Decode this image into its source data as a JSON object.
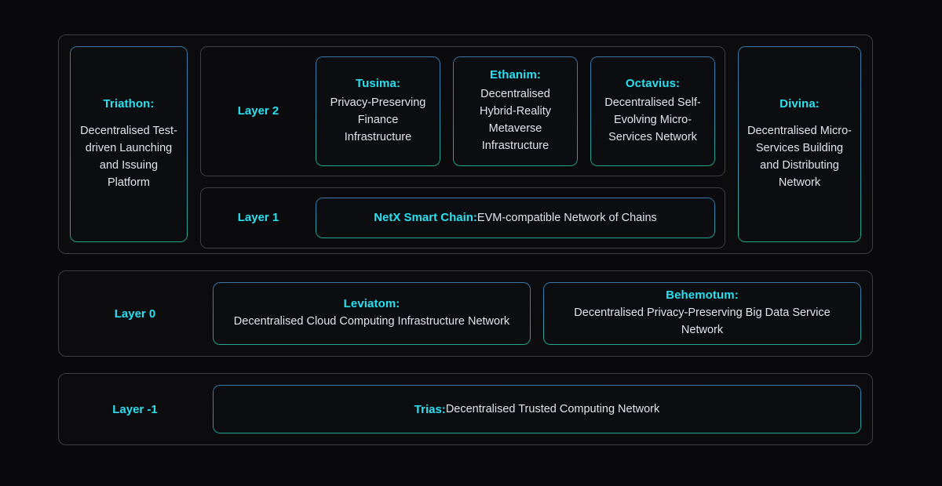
{
  "theme": {
    "background": "#0a0a0c",
    "accent_cyan": "#2ae0f0",
    "body_text": "#e3e3e9",
    "shell_border": "#3d3d42",
    "card_border_top": "#3c78ae",
    "card_border_bottom": "#21ab8e"
  },
  "diagram": {
    "type": "layered-architecture",
    "rows": [
      {
        "id": "row-1",
        "layers": [
          "Layer 2",
          "Layer 1"
        ],
        "left_card": {
          "title": "Triathon:",
          "description": "Decentralised Test-driven Launching and Issuing Platform"
        },
        "right_card": {
          "title": "Divina:",
          "description": "Decentralised Micro-Services Building and Distributing Network"
        }
      },
      {
        "id": "row-2",
        "layers": [
          "Layer 0"
        ]
      },
      {
        "id": "row-3",
        "layers": [
          "Layer -1"
        ]
      }
    ]
  },
  "layer2": {
    "label": "Layer 2",
    "cards": [
      {
        "title": "Tusima:",
        "description": "Privacy-Preserving Finance Infrastructure"
      },
      {
        "title": "Ethanim:",
        "description": "Decentralised Hybrid-Reality Metaverse Infrastructure"
      },
      {
        "title": "Octavius:",
        "description": "Decentralised Self-Evolving Micro-Services Network"
      }
    ]
  },
  "layer1": {
    "label": "Layer 1",
    "card": {
      "title": "NetX Smart Chain:",
      "description": " EVM-compatible Network of Chains"
    }
  },
  "layer0": {
    "label": "Layer 0",
    "cards": [
      {
        "title": "Leviatom:",
        "description": "Decentralised Cloud Computing Infrastructure Network"
      },
      {
        "title": "Behemotum:",
        "description": "Decentralised Privacy-Preserving Big Data Service Network"
      }
    ]
  },
  "layer_minus1": {
    "label": "Layer -1",
    "card": {
      "title": "Trias:",
      "description": " Decentralised Trusted Computing Network"
    }
  },
  "triathon": {
    "title": "Triathon:",
    "description": "Decentralised Test-driven Launching and Issuing Platform"
  },
  "divina": {
    "title": "Divina:",
    "description": "Decentralised Micro-Services Building and Distributing Network"
  }
}
